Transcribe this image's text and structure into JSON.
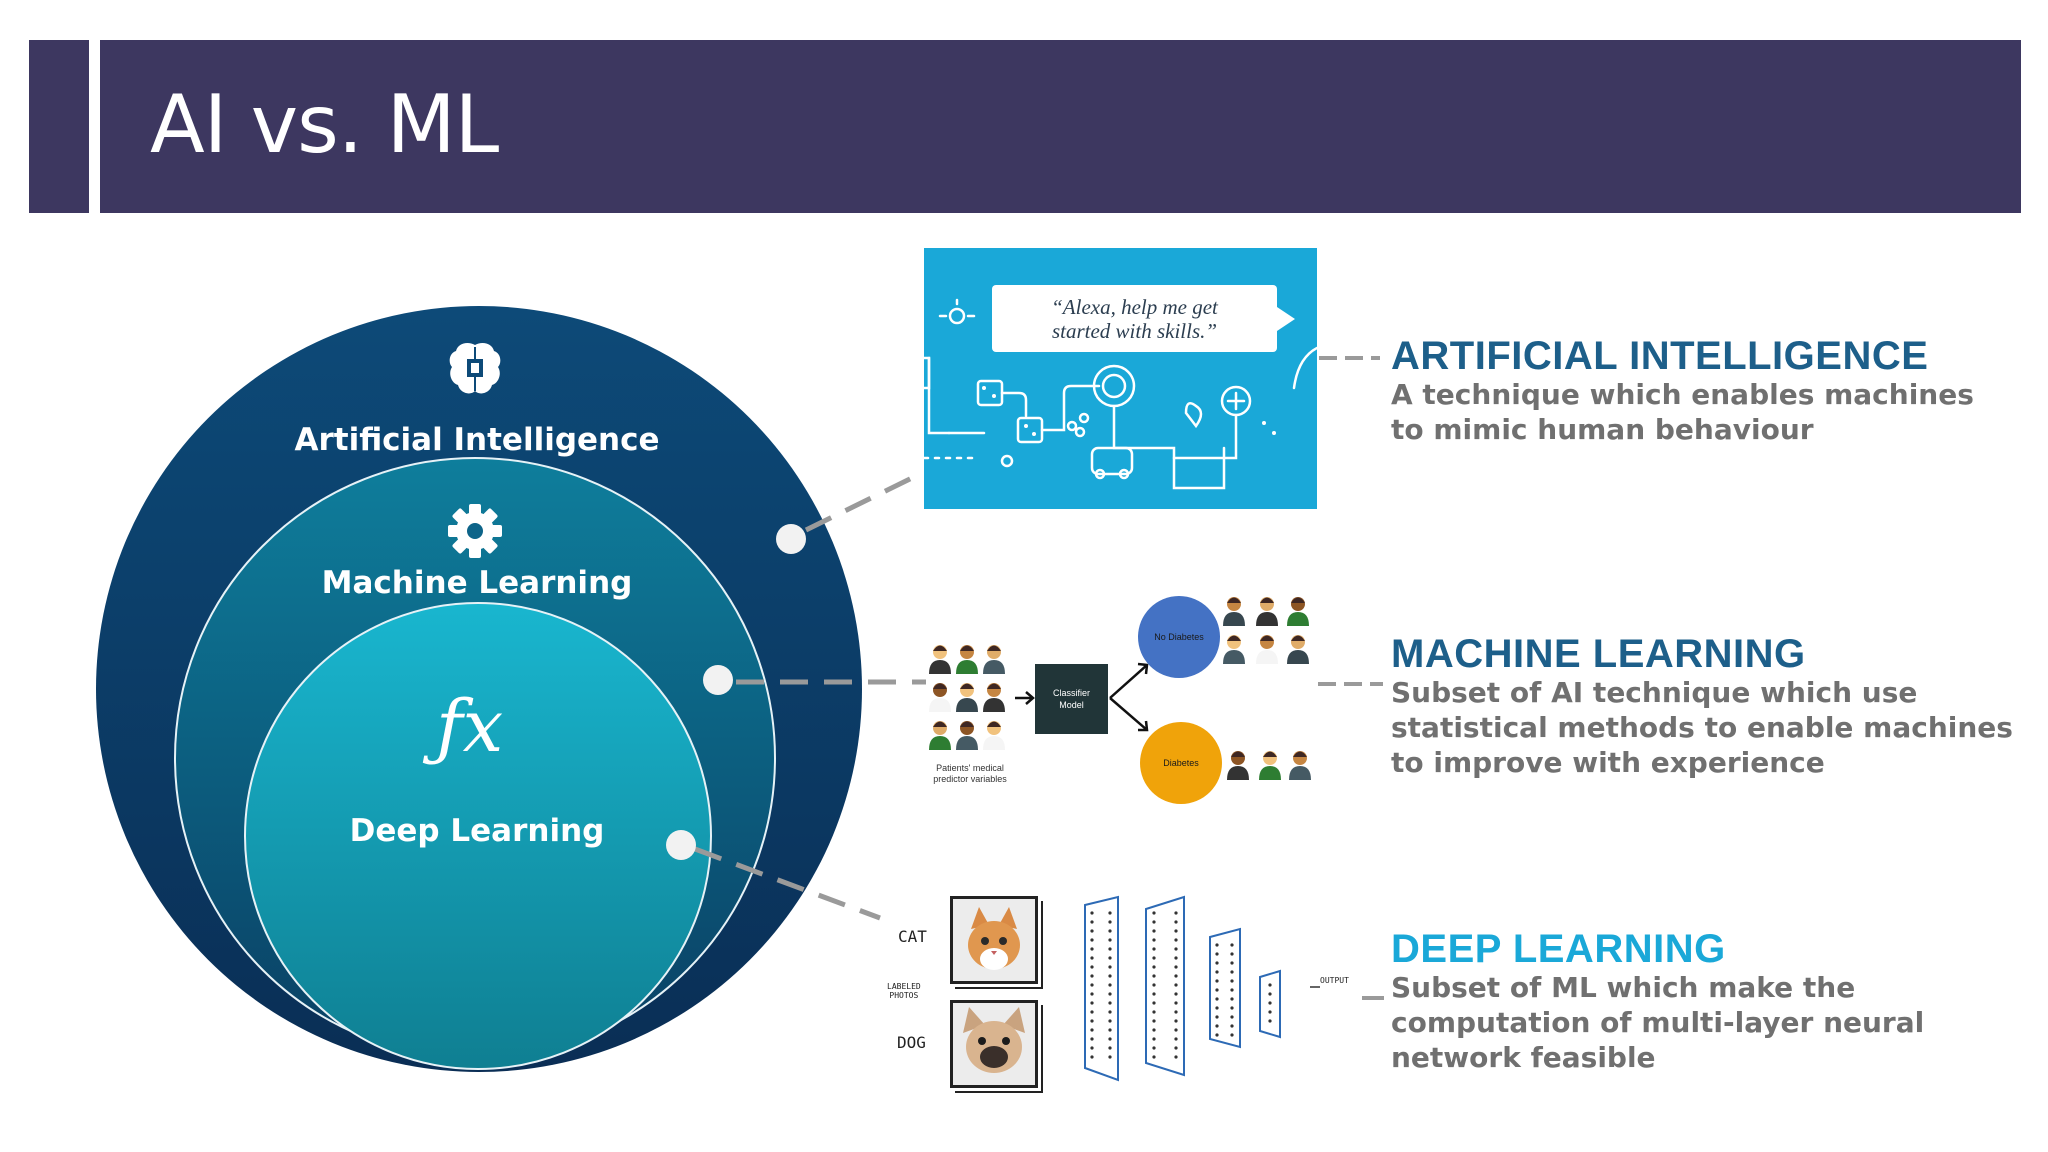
{
  "slide": {
    "title": "AI vs. ML"
  },
  "venn": {
    "ai_label": "Artificial Intelligence",
    "ml_label": "Machine Learning",
    "dl_label": "Deep Learning",
    "icons": [
      "brain-chip-icon",
      "gear-icon",
      "function-fx-icon"
    ],
    "fx_text": "ƒx"
  },
  "sections": [
    {
      "title": "ARTIFICIAL INTELLIGENCE",
      "desc_lines": [
        "A technique which enables machines",
        "to mimic human behaviour"
      ],
      "color": "#1d5f8a"
    },
    {
      "title": "MACHINE LEARNING",
      "desc_lines": [
        "Subset of AI technique which use",
        "statistical methods to enable machines",
        "to improve with experience"
      ],
      "color": "#1d5f8a"
    },
    {
      "title": "DEEP LEARNING",
      "desc_lines": [
        "Subset of ML which make the",
        "computation of multi-layer neural",
        "network feasible"
      ],
      "color": "#1aa8d8"
    }
  ],
  "ai_panel": {
    "quote_line1": "“Alexa, help me get",
    "quote_line2": "started with skills.”",
    "background": "#1aa8d8"
  },
  "ml_panel": {
    "caption_line1": "Patients' medical",
    "caption_line2": "predictor variables",
    "classifier_line1": "Classifier",
    "classifier_line2": "Model",
    "no_diabetes": "No Diabetes",
    "diabetes": "Diabetes"
  },
  "dl_panel": {
    "cat": "CAT",
    "labeled_line1": "LABELED",
    "labeled_line2": "PHOTOS",
    "dog": "DOG",
    "output": "OUTPUT"
  },
  "colors": {
    "header": "#3d3760",
    "ai_circle": "#0d4a78",
    "ml_circle": "#0f6d8f",
    "dl_circle": "#15a3bd",
    "no_diabetes": "#4472c4",
    "diabetes": "#f0a30a"
  }
}
